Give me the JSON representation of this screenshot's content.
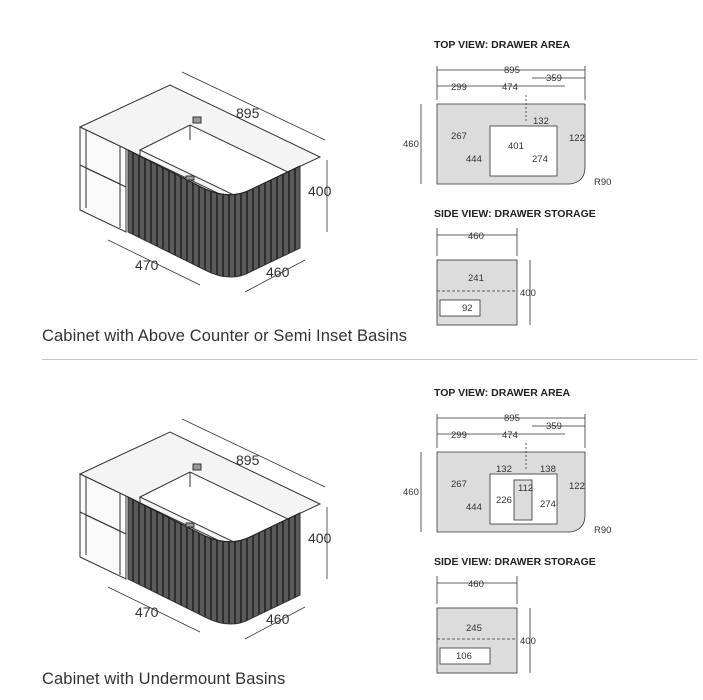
{
  "sections": [
    {
      "caption": "Cabinet with Above Counter or Semi Inset Basins",
      "iso": {
        "width": "895",
        "height": "400",
        "depth_left": "470",
        "depth_right": "460"
      },
      "top_view": {
        "heading": "TOP VIEW: DRAWER AREA",
        "overall": "895",
        "left_part": "299",
        "middle_part": "474",
        "right_part": "359",
        "depth": "460",
        "drawer_depth": "444",
        "side_depth": "267",
        "a": "132",
        "b": "401",
        "c": "274",
        "d": "122",
        "radius": "R90"
      },
      "side_view": {
        "heading": "SIDE VIEW: DRAWER STORAGE",
        "width": "460",
        "height": "400",
        "storage_height": "241",
        "shelf": "92"
      }
    },
    {
      "caption": "Cabinet with Undermount Basins",
      "iso": {
        "width": "895",
        "height": "400",
        "depth_left": "470",
        "depth_right": "460"
      },
      "top_view": {
        "heading": "TOP VIEW: DRAWER AREA",
        "overall": "895",
        "left_part": "299",
        "middle_part": "474",
        "right_part": "359",
        "depth": "460",
        "drawer_depth": "444",
        "side_depth": "267",
        "a": "132",
        "a2": "138",
        "b": "112",
        "b2": "226",
        "c": "274",
        "d": "122",
        "radius": "R90"
      },
      "side_view": {
        "heading": "SIDE VIEW: DRAWER STORAGE",
        "width": "460",
        "height": "400",
        "storage_height": "245",
        "shelf": "106"
      }
    }
  ]
}
